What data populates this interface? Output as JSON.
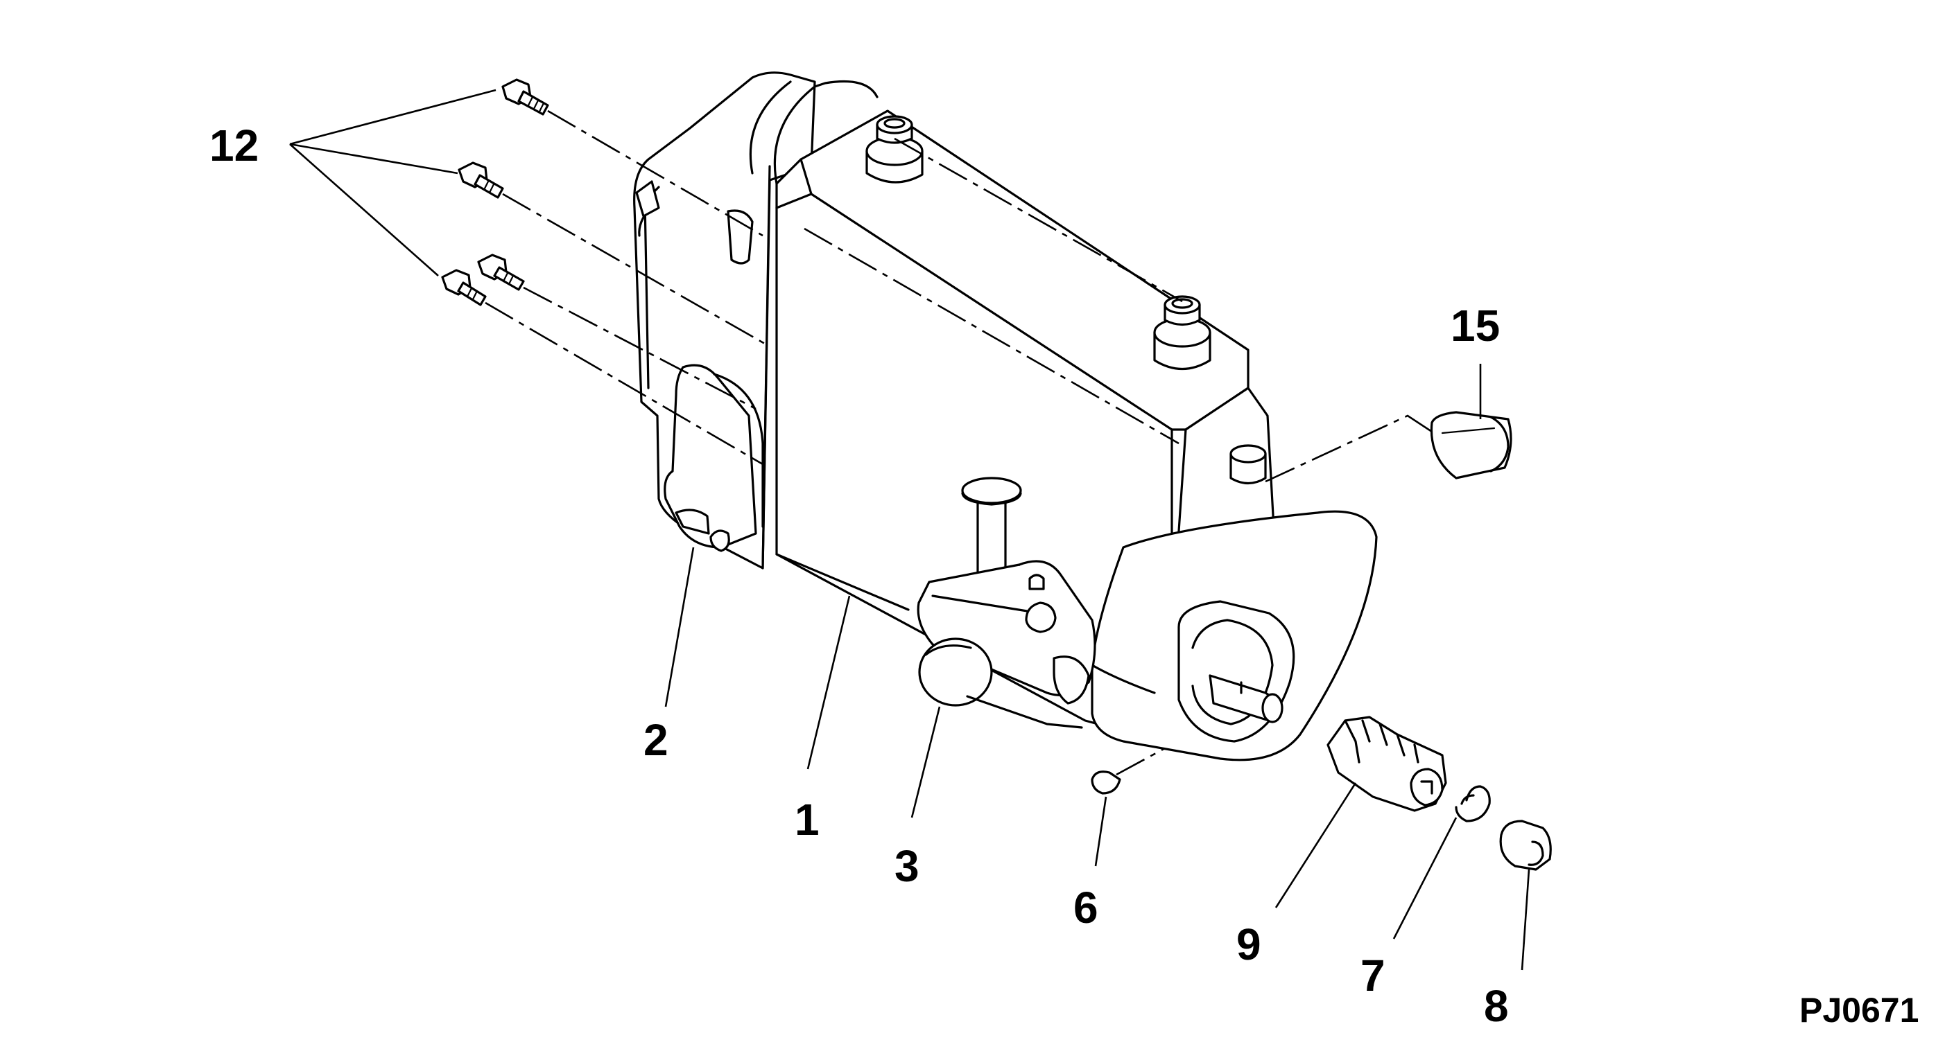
{
  "diagram": {
    "type": "exploded-parts-diagram",
    "drawing_code": "PJ0671",
    "callouts": [
      {
        "id": "1",
        "text": "1"
      },
      {
        "id": "2",
        "text": "2"
      },
      {
        "id": "3",
        "text": "3"
      },
      {
        "id": "6",
        "text": "6"
      },
      {
        "id": "7",
        "text": "7"
      },
      {
        "id": "8",
        "text": "8"
      },
      {
        "id": "9",
        "text": "9"
      },
      {
        "id": "12",
        "text": "12"
      },
      {
        "id": "15",
        "text": "15"
      }
    ]
  }
}
